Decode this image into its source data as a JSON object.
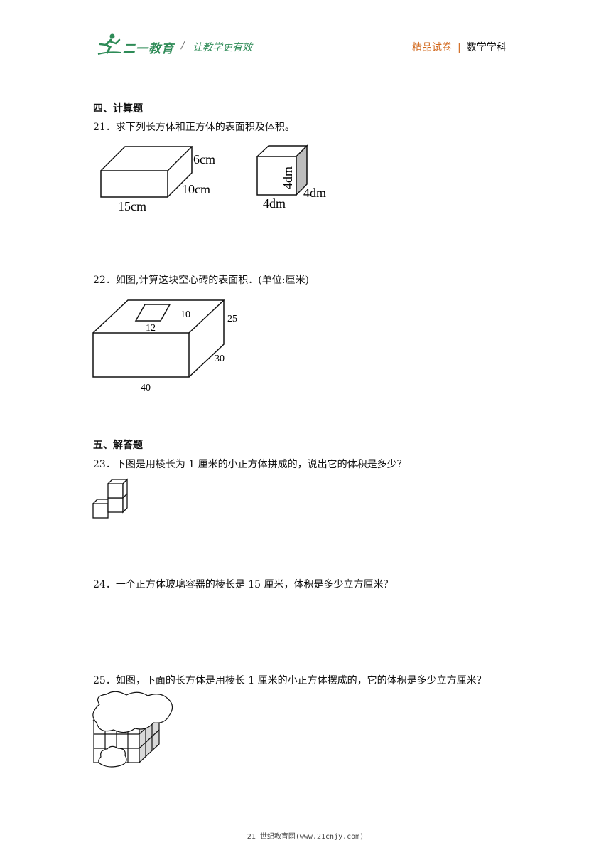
{
  "header": {
    "logo_text": "二一教育",
    "separator": "/",
    "slogan": "让教学更有效",
    "right_a": "精品试卷",
    "right_bar": "|",
    "right_b": "数学学科"
  },
  "sections": {
    "s4": "四、计算题",
    "s5": "五、解答题"
  },
  "questions": {
    "q21": "21．求下列长方体和正方体的表面积及体积。",
    "q22": "22．如图,计算这块空心砖的表面积．(单位:厘米)",
    "q23": "23．下图是用棱长为 1 厘米的小正方体拼成的，说出它的体积是多少？",
    "q24": "24．一个正方体玻璃容器的棱长是 15 厘米，体积是多少立方厘米？",
    "q25": "25．如图，下面的长方体是用棱长 1 厘米的小正方体摆成的，它的体积是多少立方厘米？"
  },
  "figures": {
    "fig21": {
      "box_h": "6cm",
      "box_d": "10cm",
      "box_w": "15cm",
      "cube_h": "4dm",
      "cube_d": "4dm",
      "cube_w": "4dm"
    },
    "fig22": {
      "hole_d": "10",
      "hole_w": "12",
      "h": "25",
      "d": "30",
      "w": "40"
    }
  },
  "footer": {
    "text": "21 世纪教育网(www.21cnjy.com)"
  }
}
